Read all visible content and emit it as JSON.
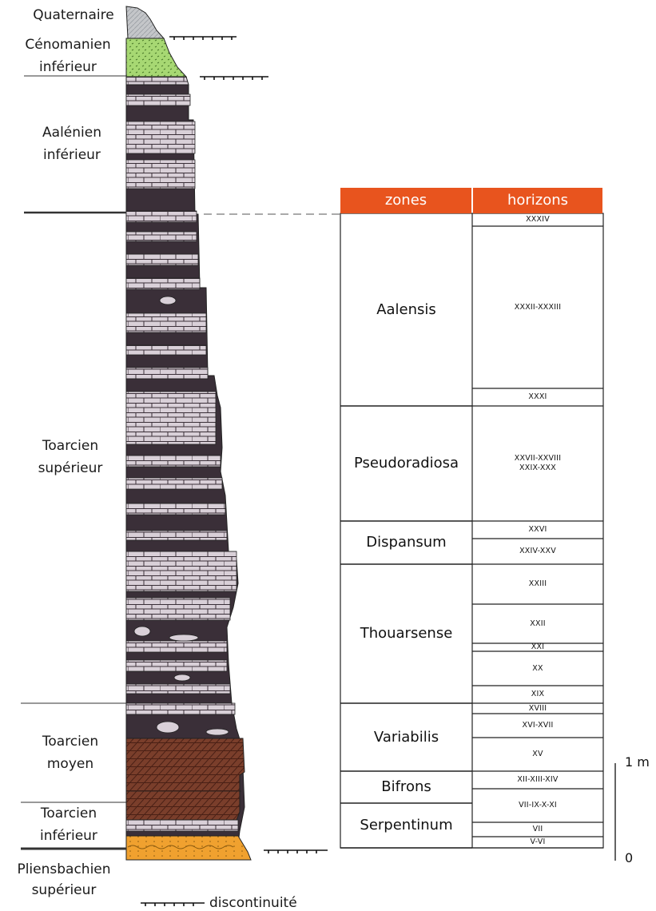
{
  "column": {
    "stage_labels": [
      {
        "key": "quaternaire",
        "lines": [
          "Quaternaire"
        ]
      },
      {
        "key": "cenomanien",
        "lines": [
          "Cénomanien",
          "inférieur"
        ]
      },
      {
        "key": "aalenien",
        "lines": [
          "Aalénien",
          "inférieur"
        ]
      },
      {
        "key": "toarcien-sup",
        "lines": [
          "Toarcien",
          "supérieur"
        ]
      },
      {
        "key": "toarcien-moy",
        "lines": [
          "Toarcien",
          "moyen"
        ]
      },
      {
        "key": "toarcien-inf",
        "lines": [
          "Toarcien",
          "inférieur"
        ]
      },
      {
        "key": "pliensbachien",
        "lines": [
          "Pliensbachien",
          "supérieur"
        ]
      }
    ],
    "colors": {
      "shale": "#3a2f38",
      "limestone": "#d9d0d8",
      "marl_brown": "#7a3e2b",
      "green": "#a7d873",
      "gray": "#c4c6c9",
      "orange": "#f0a12f"
    }
  },
  "table": {
    "header": {
      "zones": "zones",
      "horizons": "horizons",
      "color": "#e8541e"
    },
    "zones": [
      {
        "name": "Aalensis",
        "horizons": [
          "XXXIV",
          "XXXII-XXXIII",
          "XXXI"
        ]
      },
      {
        "name": "Pseudoradiosa",
        "horizons": [
          "XXVII-XXVIII\nXXIX-XXX"
        ]
      },
      {
        "name": "Dispansum",
        "horizons": [
          "XXVI",
          "XXIV-XXV"
        ]
      },
      {
        "name": "Thouarsense",
        "horizons": [
          "XXIII",
          "XXII",
          "XXI",
          "XX",
          "XIX"
        ]
      },
      {
        "name": "Variabilis",
        "horizons": [
          "XVIII",
          "XVI-XVII",
          "XV"
        ]
      },
      {
        "name": "Bifrons",
        "horizons": [
          "XII-XIII-XIV"
        ]
      },
      {
        "name": "Serpentinum",
        "horizons": [
          "VII-IX-X-XI",
          "VII",
          "V-VI"
        ]
      }
    ]
  },
  "scale": {
    "top_label": "1 m",
    "bottom_label": "0"
  },
  "legend": {
    "discontinuity_label": "discontinuité"
  }
}
